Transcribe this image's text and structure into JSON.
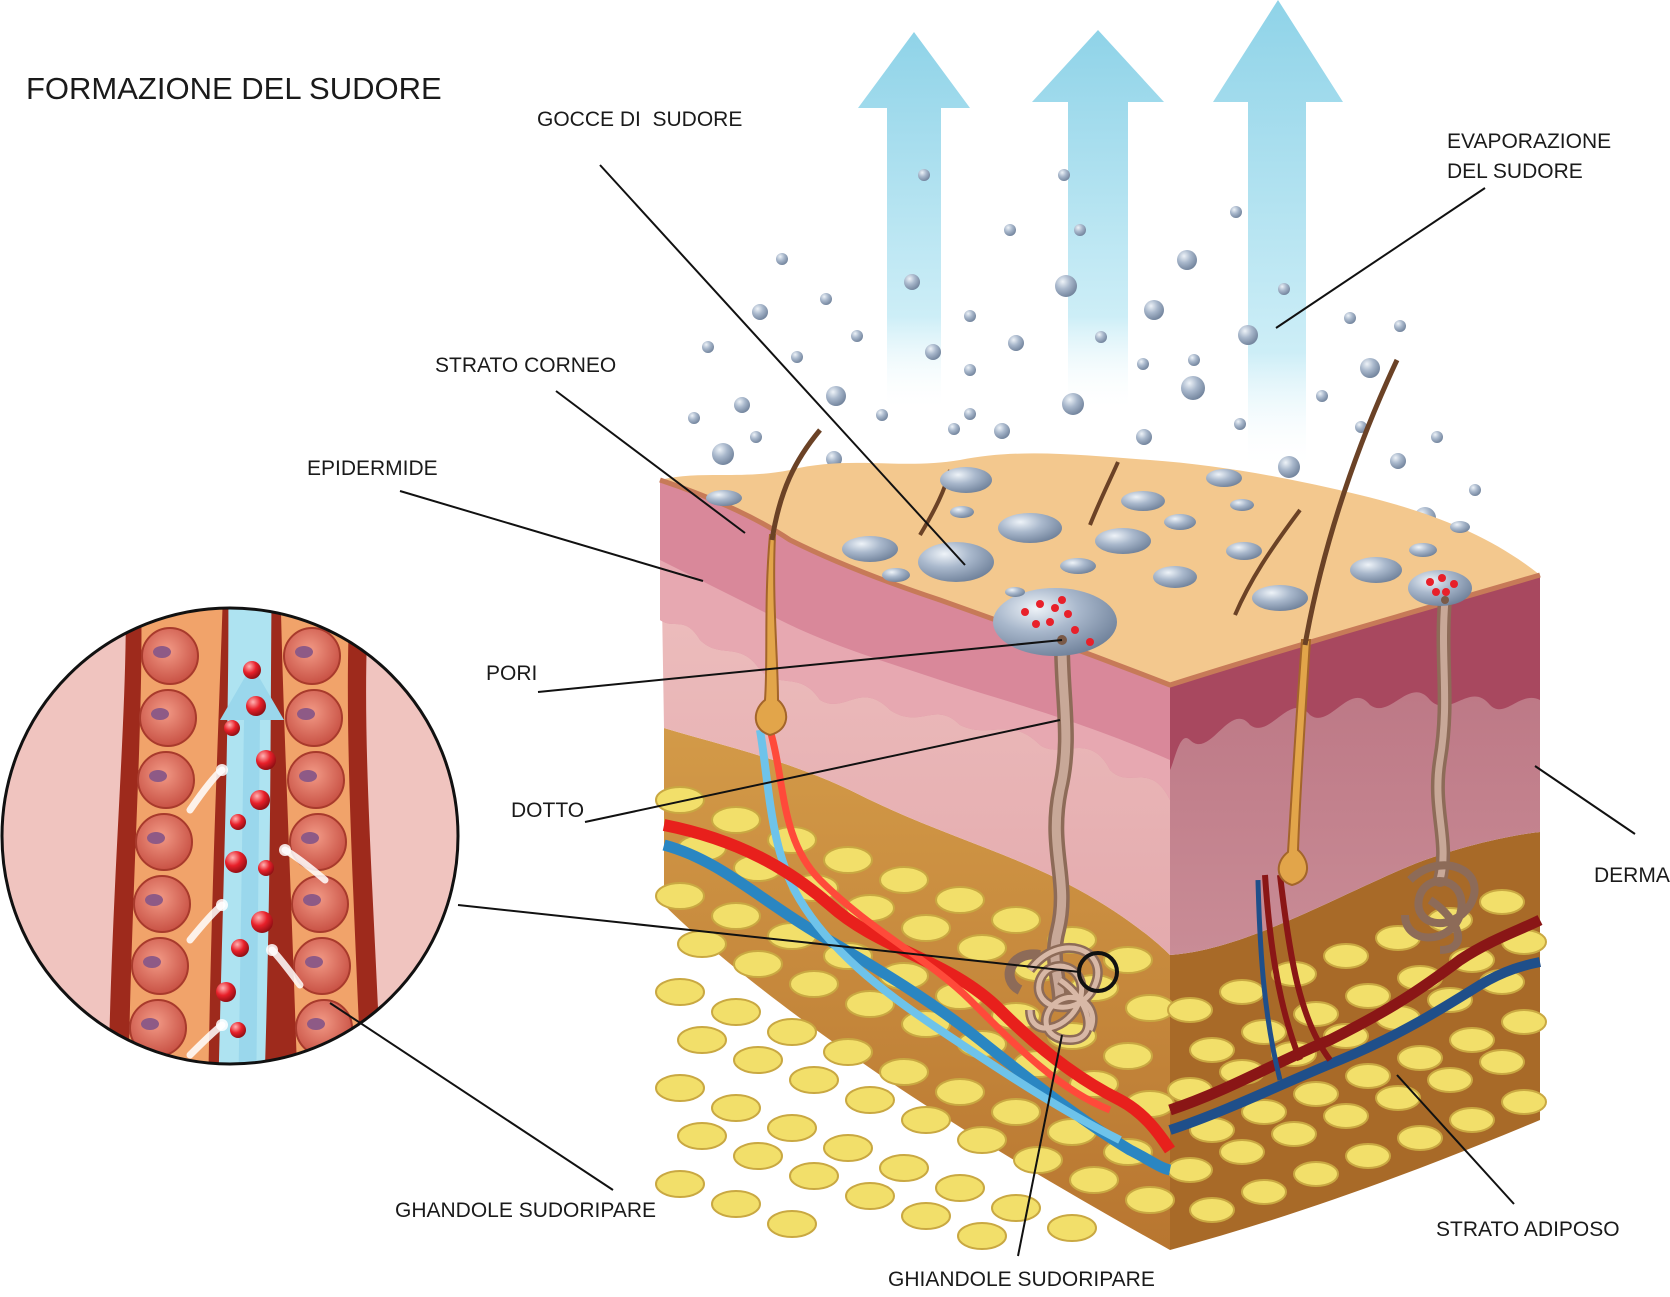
{
  "title": "FORMAZIONE DEL SUDORE",
  "labels": {
    "sweat_drops": "GOCCE DI  SUDORE",
    "evaporation_line1": "EVAPORAZIONE",
    "evaporation_line2": "DEL SUDORE",
    "stratum_corneum": "STRATO CORNEO",
    "epidermis": "EPIDERMIDE",
    "pores": "PORI",
    "duct": "DOTTO",
    "dermis": "DERMA",
    "sweat_glands_inset": "GHANDOLE SUDORIPARE",
    "sweat_glands_main": "GHIANDOLE SUDORIPARE",
    "fat_layer": "STRATO ADIPOSO"
  },
  "colors": {
    "skin_surface": "#f3c88e",
    "epidermis": "#d97e90",
    "dermis": "#e9b4b6",
    "dermis_side": "#c67f90",
    "fat": "#f2df6a",
    "fat_bg": "#c78a3c",
    "arrow": "#8fd3e8",
    "droplet": "#a6b6c9",
    "artery": "#e8201c",
    "vein": "#3aa6d8",
    "gland": "#b99886"
  }
}
